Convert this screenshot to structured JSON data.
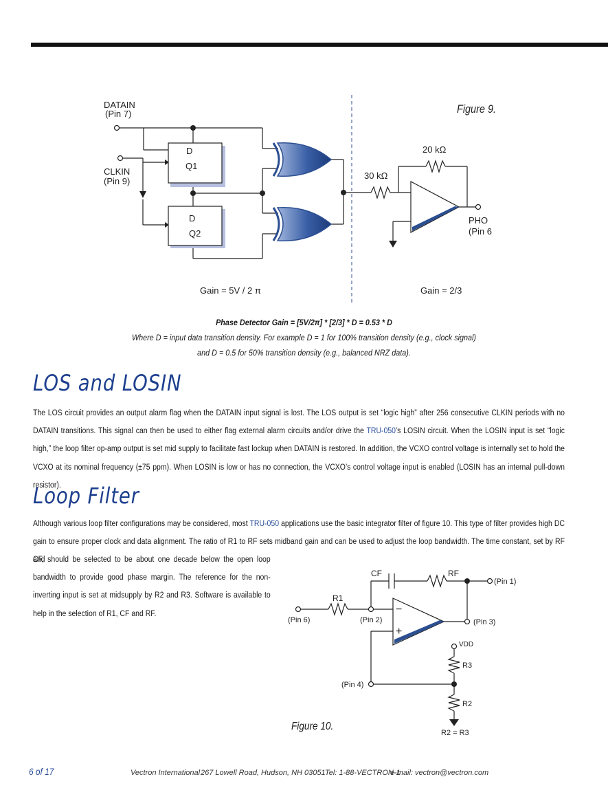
{
  "figure9": {
    "title": "Figure 9.",
    "datain_label": "DATAIN",
    "datain_pin": "(Pin 7)",
    "clkin_label": "CLKIN",
    "clkin_pin": "(Pin 9)",
    "ff1_d": "D",
    "ff1_q": "Q1",
    "ff2_d": "D",
    "ff2_q": "Q2",
    "r_feedback": "20 kΩ",
    "r_input": "30 kΩ",
    "pho_label": "PHO",
    "pho_pin": "(Pin 6",
    "gain_left": "Gain = 5V / 2 π",
    "gain_right": "Gain = 2/3"
  },
  "caption": {
    "line1": "Phase Detector Gain  =  [5V/2π] * [2/3] * D = 0.53 * D",
    "line2": "Where D = input data transition density. For example D = 1 for 100% transition density (e.g., clock signal)",
    "line3": "and D = 0.5 for 50% transition density (e.g., balanced NRZ data)."
  },
  "los": {
    "heading": "LOS and LOSIN",
    "p1": "The LOS circuit provides an output alarm flag when the DATAIN input signal is lost. The LOS output is set “logic high” after 256 consecutive CLKIN periods with no DATAIN transitions. This signal can then be used to either flag external alarm circuits and/or drive the ",
    "link": "TRU-050",
    "p2": "’s LOSIN circuit. When the LOSIN input is set “logic high,” the loop filter op-amp output is set mid supply to facilitate fast lockup when DATAIN is restored. In addition, the VCXO control voltage is internally set to hold the VCXO at its nominal frequency (±75 ppm). When LOSIN is low or has no connection, the VCXO’s control voltage input is enabled (LOSIN has an internal pull-down resistor)."
  },
  "loop": {
    "heading": "Loop Filter",
    "p1": "Although various loop filter configurations may be considered, most ",
    "link": "TRU-050",
    "p2": " applications use the basic integrator filter of figure 10. This type of filter provides high DC gain to ensure proper clock and data alignment. The ratio of R1 to RF sets midband gain and can be used to adjust the loop bandwidth. The time constant, set by RF and",
    "p3": "CF, should be selected to be about one decade below the open loop bandwidth to provide good phase margin.  The reference for the non-inverting input is set at midsupply by R2 and R3. Software is available to help in the selection of R1, CF and RF."
  },
  "figure10": {
    "title": "Figure 10.",
    "cf": "CF",
    "rf": "RF",
    "r1": "R1",
    "pin1": "(Pin 1)",
    "pin6": "(Pin 6)",
    "pin2": "(Pin 2)",
    "pin3": "(Pin 3)",
    "pin4": "(Pin 4)",
    "vdd": "VDD",
    "r3": "R3",
    "r2": "R2",
    "r2eq": "R2 = R3",
    "minus": "−",
    "plus": "+"
  },
  "footer": {
    "page": "6 of 17",
    "company": "Vectron International",
    "address": "267 Lowell Road, Hudson, NH 03051",
    "tel": "Tel: 1-88-VECTRON-1",
    "email": "e-mail: vectron@vectron.com"
  },
  "colors": {
    "accent": "#1d3f8e",
    "gate": "#2c4f92",
    "shadow": "#8a97c6"
  }
}
